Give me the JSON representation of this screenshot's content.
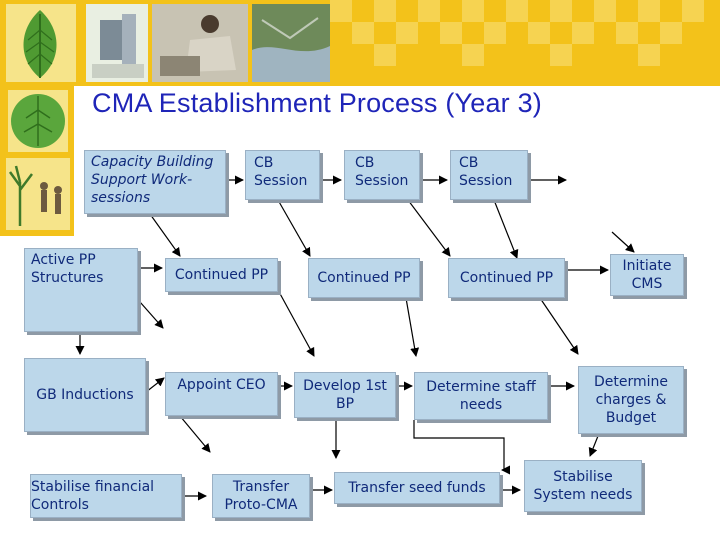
{
  "slide": {
    "title": "CMA Establishment Process (Year 3)"
  },
  "boxes": {
    "capacity_building": "Capacity Building Support Work-sessions",
    "cb_session_1": "CB Session",
    "cb_session_2": "CB Session",
    "cb_session_3": "CB Session",
    "active_pp": "Active PP Structures",
    "continued_pp_1": "Continued PP",
    "continued_pp_2": "Continued PP",
    "continued_pp_3": "Continued PP",
    "initiate_cms": "Initiate CMS",
    "gb_inductions": "GB Inductions",
    "appoint_ceo": "Appoint CEO",
    "develop_bp": "Develop 1st BP",
    "determine_staff": "Determine staff needs",
    "determine_charges": "Determine charges & Budget",
    "stabilise_financial": "Stabilise financial Controls",
    "transfer_proto": "Transfer Proto-CMA",
    "transfer_seed": "Transfer seed funds",
    "stabilise_system": "Stabilise System needs"
  },
  "colors": {
    "box_fill": "#bcd7ea",
    "text": "#102a7a",
    "title": "#1f25b8",
    "banner": "#f3c21a",
    "arrow": "#000000"
  }
}
